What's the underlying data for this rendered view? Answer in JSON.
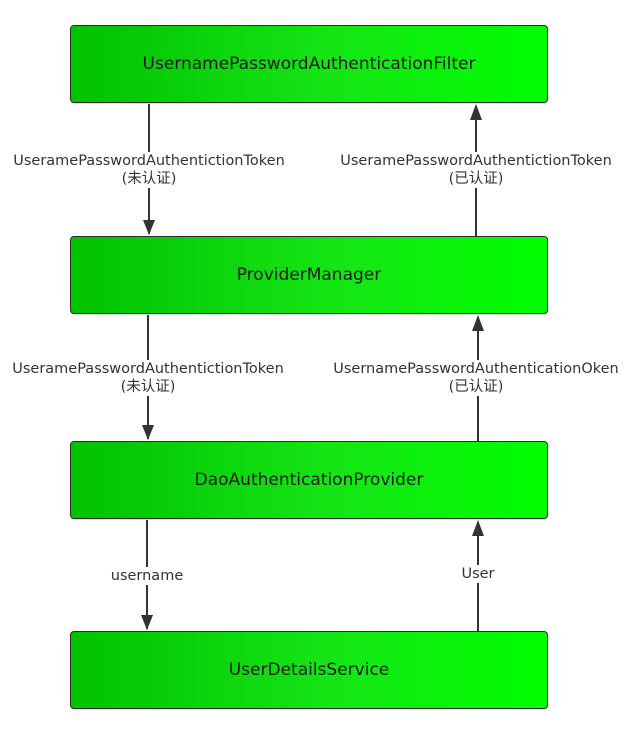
{
  "boxes": {
    "filter": "UsernamePasswordAuthenticationFilter",
    "manager": "ProviderManager",
    "dao": "DaoAuthenticationProvider",
    "uds": "UserDetailsService"
  },
  "edges": {
    "filter_to_manager": {
      "line1": "UseramePasswordAuthentictionToken",
      "line2": "(未认证)"
    },
    "manager_to_filter": {
      "line1": "UseramePasswordAuthentictionToken",
      "line2": "(已认证)"
    },
    "manager_to_dao": {
      "line1": "UseramePasswordAuthentictionToken",
      "line2": "(未认证)"
    },
    "dao_to_manager": {
      "line1": "UsernamePasswordAuthenticationOken",
      "line2": "(已认证)"
    },
    "dao_to_uds": {
      "line1": "username"
    },
    "uds_to_dao": {
      "line1": "User"
    }
  },
  "colors": {
    "box_fill_start": "#00c200",
    "box_fill_end": "#00ff00",
    "line": "#333333"
  }
}
